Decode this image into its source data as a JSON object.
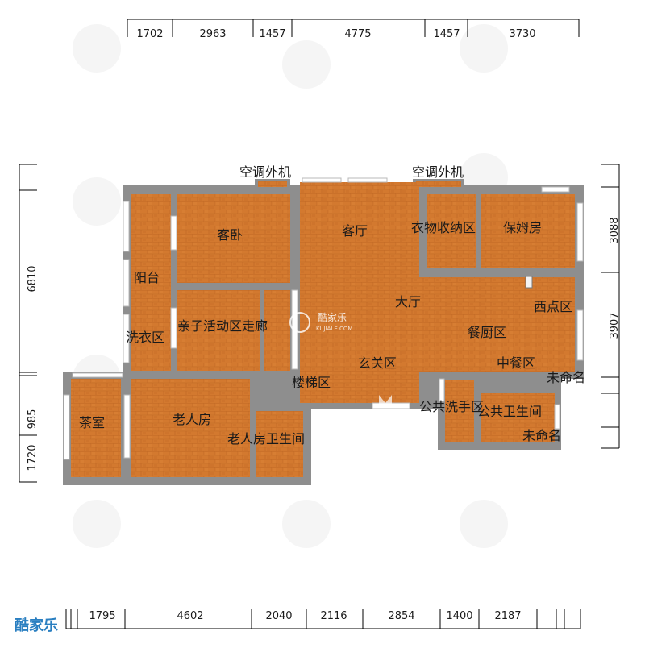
{
  "dimensions": {
    "top": [
      "1702",
      "2963",
      "1457",
      "4775",
      "1457",
      "3730"
    ],
    "bottom": [
      "1795",
      "4602",
      "2040",
      "2116",
      "2854",
      "1400",
      "2187"
    ],
    "right": [
      "3088",
      "3907"
    ],
    "left": [
      "6810",
      "985",
      "1720"
    ]
  },
  "rooms": {
    "ac_outdoor_1": "空调外机",
    "ac_outdoor_2": "空调外机",
    "living_room": "客厅",
    "guest_bedroom": "客卧",
    "wardrobe_storage": "衣物收纳区",
    "nanny_room": "保姆房",
    "balcony": "阳台",
    "hall": "大厅",
    "west_pastry": "西点区",
    "laundry": "洗衣区",
    "kids_activity_corridor": "亲子活动区走廊",
    "dining_kitchen": "餐厨区",
    "entrance": "玄关区",
    "chinese_dining": "中餐区",
    "stairs": "楼梯区",
    "unnamed_1": "未命名",
    "unnamed_2": "未命名",
    "public_wash": "公共洗手区",
    "public_bathroom": "公共卫生间",
    "tea_room": "茶室",
    "elderly_room": "老人房",
    "elderly_bathroom": "老人房卫生间"
  },
  "brand": {
    "logo_text": "酷家乐",
    "center_logo_text": "酷家乐",
    "center_logo_sub": "KUJIALE.COM"
  },
  "colors": {
    "floor": "#d2782e",
    "floor_line": "#b9621f",
    "wall": "#8e8e8e",
    "text": "#1a1a1a",
    "dim_line": "#000000",
    "brand": "#2a7fc1"
  }
}
